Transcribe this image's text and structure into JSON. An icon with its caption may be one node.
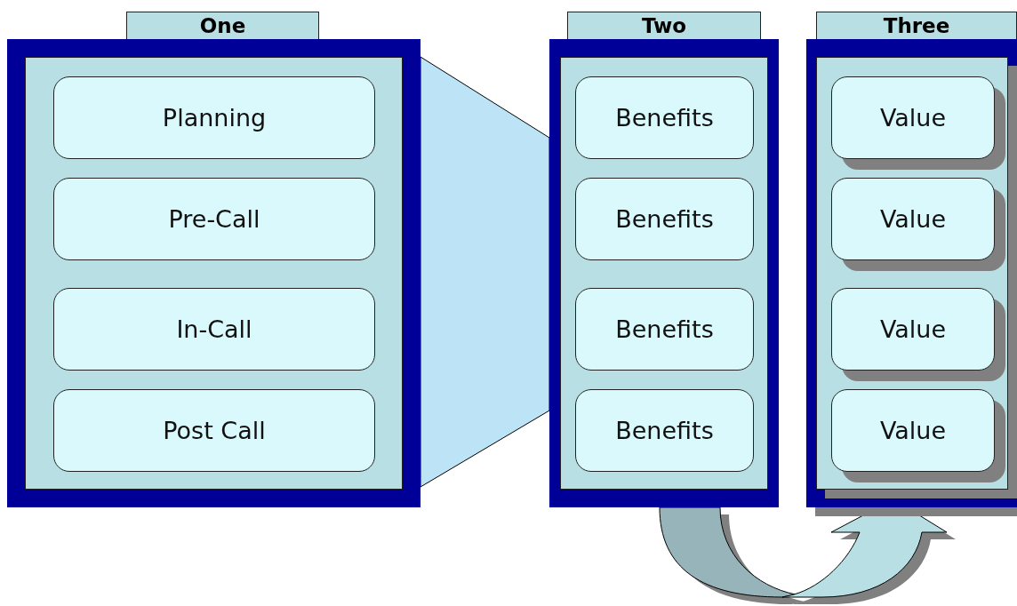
{
  "diagram": {
    "nodes": [
      {
        "text": [
          "One"
        ]
      },
      {
        "text": [
          "Planning"
        ],
        "in": 0
      },
      {
        "text": [
          "Pre-Call"
        ],
        "in": 0
      },
      {
        "text": [
          "In-Call"
        ],
        "in": 0
      },
      {
        "text": [
          "Post Call"
        ],
        "in": 0
      },
      {
        "text": [
          "Two"
        ]
      },
      {
        "text": [
          "Benefits"
        ],
        "in": 5
      },
      {
        "text": [
          "Benefits"
        ],
        "in": 5
      },
      {
        "text": [
          "Benefits"
        ],
        "in": 5
      },
      {
        "text": [
          "Benefits"
        ],
        "in": 5
      },
      {
        "text": [
          "Three"
        ]
      },
      {
        "text": [
          "Value"
        ],
        "in": 10
      },
      {
        "text": [
          "Value"
        ],
        "in": 10
      },
      {
        "text": [
          "Value"
        ],
        "in": 10
      },
      {
        "text": [
          "Value"
        ],
        "in": 10
      }
    ],
    "edges": [
      {
        "from": 0,
        "to": 5,
        "arrow": "none",
        "style": "thick"
      },
      {
        "from": 5,
        "to": 10,
        "arrow": "to",
        "style": "thick"
      }
    ]
  }
}
